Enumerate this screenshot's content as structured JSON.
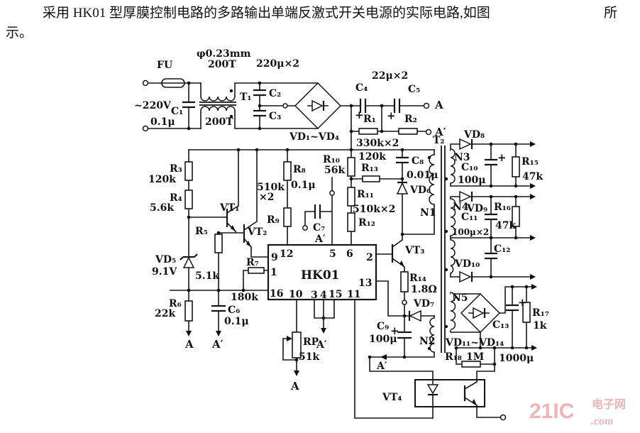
{
  "title": {
    "line1": "采用 HK01 型厚膜控制电路的多路输出单端反激式开关电源的实际电路,如图",
    "line1_end": "所",
    "line2": "示。"
  },
  "watermark": {
    "brand": "21IC",
    "cn": "电子网",
    "suffix": ".com"
  },
  "ic": {
    "name": "HK01",
    "pins": [
      "9",
      "12",
      "5",
      "6",
      "2",
      "1",
      "13",
      "16",
      "10",
      "3",
      "4",
      "15",
      "11"
    ]
  },
  "labels": {
    "fu": "FU",
    "wire": "φ0.23mm",
    "t200a": "200T",
    "t200b": "200T",
    "cap220": "220μ×2",
    "ac": "~220V",
    "c1": "C₁",
    "c1v": "0.1μ",
    "t1": "T₁",
    "c2": "C₂",
    "c3": "C₃",
    "vd14": "VD₁~VD₄",
    "c4": "C₄",
    "cap22": "22μ×2",
    "c5": "C₅",
    "a1": "A",
    "r1": "R₁",
    "r2": "R₂",
    "a2": "A′",
    "r12v": "330k×2",
    "plus1": "+",
    "plus2": "+",
    "r3": "R₃",
    "r3v": "120k",
    "r4": "R₄",
    "r4v": "5.6k",
    "vt1": "VT₁",
    "vt2": "VT₂",
    "r5": "R₅",
    "r5v": "5.1k",
    "vd5": "VD₅",
    "vd5v": "9.1V",
    "r7": "R₇",
    "r7v": "180k",
    "r6": "R₆",
    "r6v": "22k",
    "c6": "C₆",
    "c6v": "0.1μ",
    "a3": "A",
    "a4": "A′",
    "v510": "510k",
    "x2": "×2",
    "r8": "R₈",
    "r8v": "0.1μ",
    "r9": "R₉",
    "c7": "C₇",
    "a5": "A′",
    "r10": "R₁₀",
    "r10v": "56k",
    "r13v": "120k",
    "r13": "R₁₃",
    "r11": "R₁₁",
    "r1112v": "510k×2",
    "r12": "R₁₂",
    "c8": "C₈",
    "c8v": "0.01μ",
    "vd6": "VD₆",
    "n1": "N1",
    "t2": "T₂",
    "vt3": "VT₃",
    "r14": "R₁₄",
    "r14v": "1.8Ω",
    "vd7": "VD₇",
    "c9": "C₉",
    "plus9": "+",
    "c9v": "100μ",
    "n2": "N2",
    "a6": "A′",
    "rp": "RP",
    "rpv": "51k",
    "a7": "A",
    "a8": "A′",
    "vd8": "VD₈",
    "n3": "N3",
    "c10": "C₁₀",
    "plus10": "+",
    "c10v": "100μ",
    "r15": "R₁₅",
    "r15v": "47k",
    "n4": "N4",
    "vd9": "VD₉",
    "r16": "R₁₆",
    "c11": "C₁₁",
    "r16v": "47k",
    "c11v": "100μ×2",
    "c12": "C₁₂",
    "vd10": "VD₁₀",
    "n5": "N5",
    "vd1114": "VD₁₁~VD₁₄",
    "c13": "C₁₃",
    "plus13": "+",
    "r17": "R₁₇",
    "r17v": "1k",
    "c13v": "1000μ",
    "r18": "R₁₈",
    "r18v": "1M",
    "vt4": "VT₄"
  }
}
